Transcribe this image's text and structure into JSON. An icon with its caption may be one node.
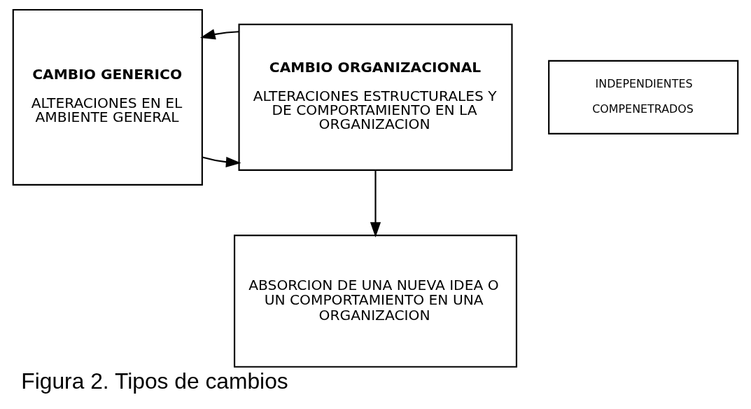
{
  "diagram": {
    "caption": "Figura 2. Tipos de cambios",
    "nodes": [
      {
        "text": [
          "CAMBIO GENERICO",
          "ALTERACIONES EN EL AMBIENTE GENERAL"
        ]
      },
      {
        "text": [
          "INDEPENDIENTES",
          "COMPENETRADOS"
        ]
      },
      {
        "text": [
          "CAMBIO ORGANIZACIONAL",
          "ALTERACIONES ESTRUCTURALES Y DE COMPORTAMIENTO EN LA ORGANIZACION"
        ]
      },
      {
        "text": [
          "ABSORCION DE UNA NUEVA IDEA O UN COMPORTAMIENTO EN UNA ORGANIZACION"
        ]
      }
    ],
    "edges": [
      {
        "from": 0,
        "to": 2,
        "arrow": "to"
      },
      {
        "from": 2,
        "to": 0,
        "arrow": "to"
      },
      {
        "from": 2,
        "to": 3,
        "arrow": "to"
      }
    ]
  }
}
